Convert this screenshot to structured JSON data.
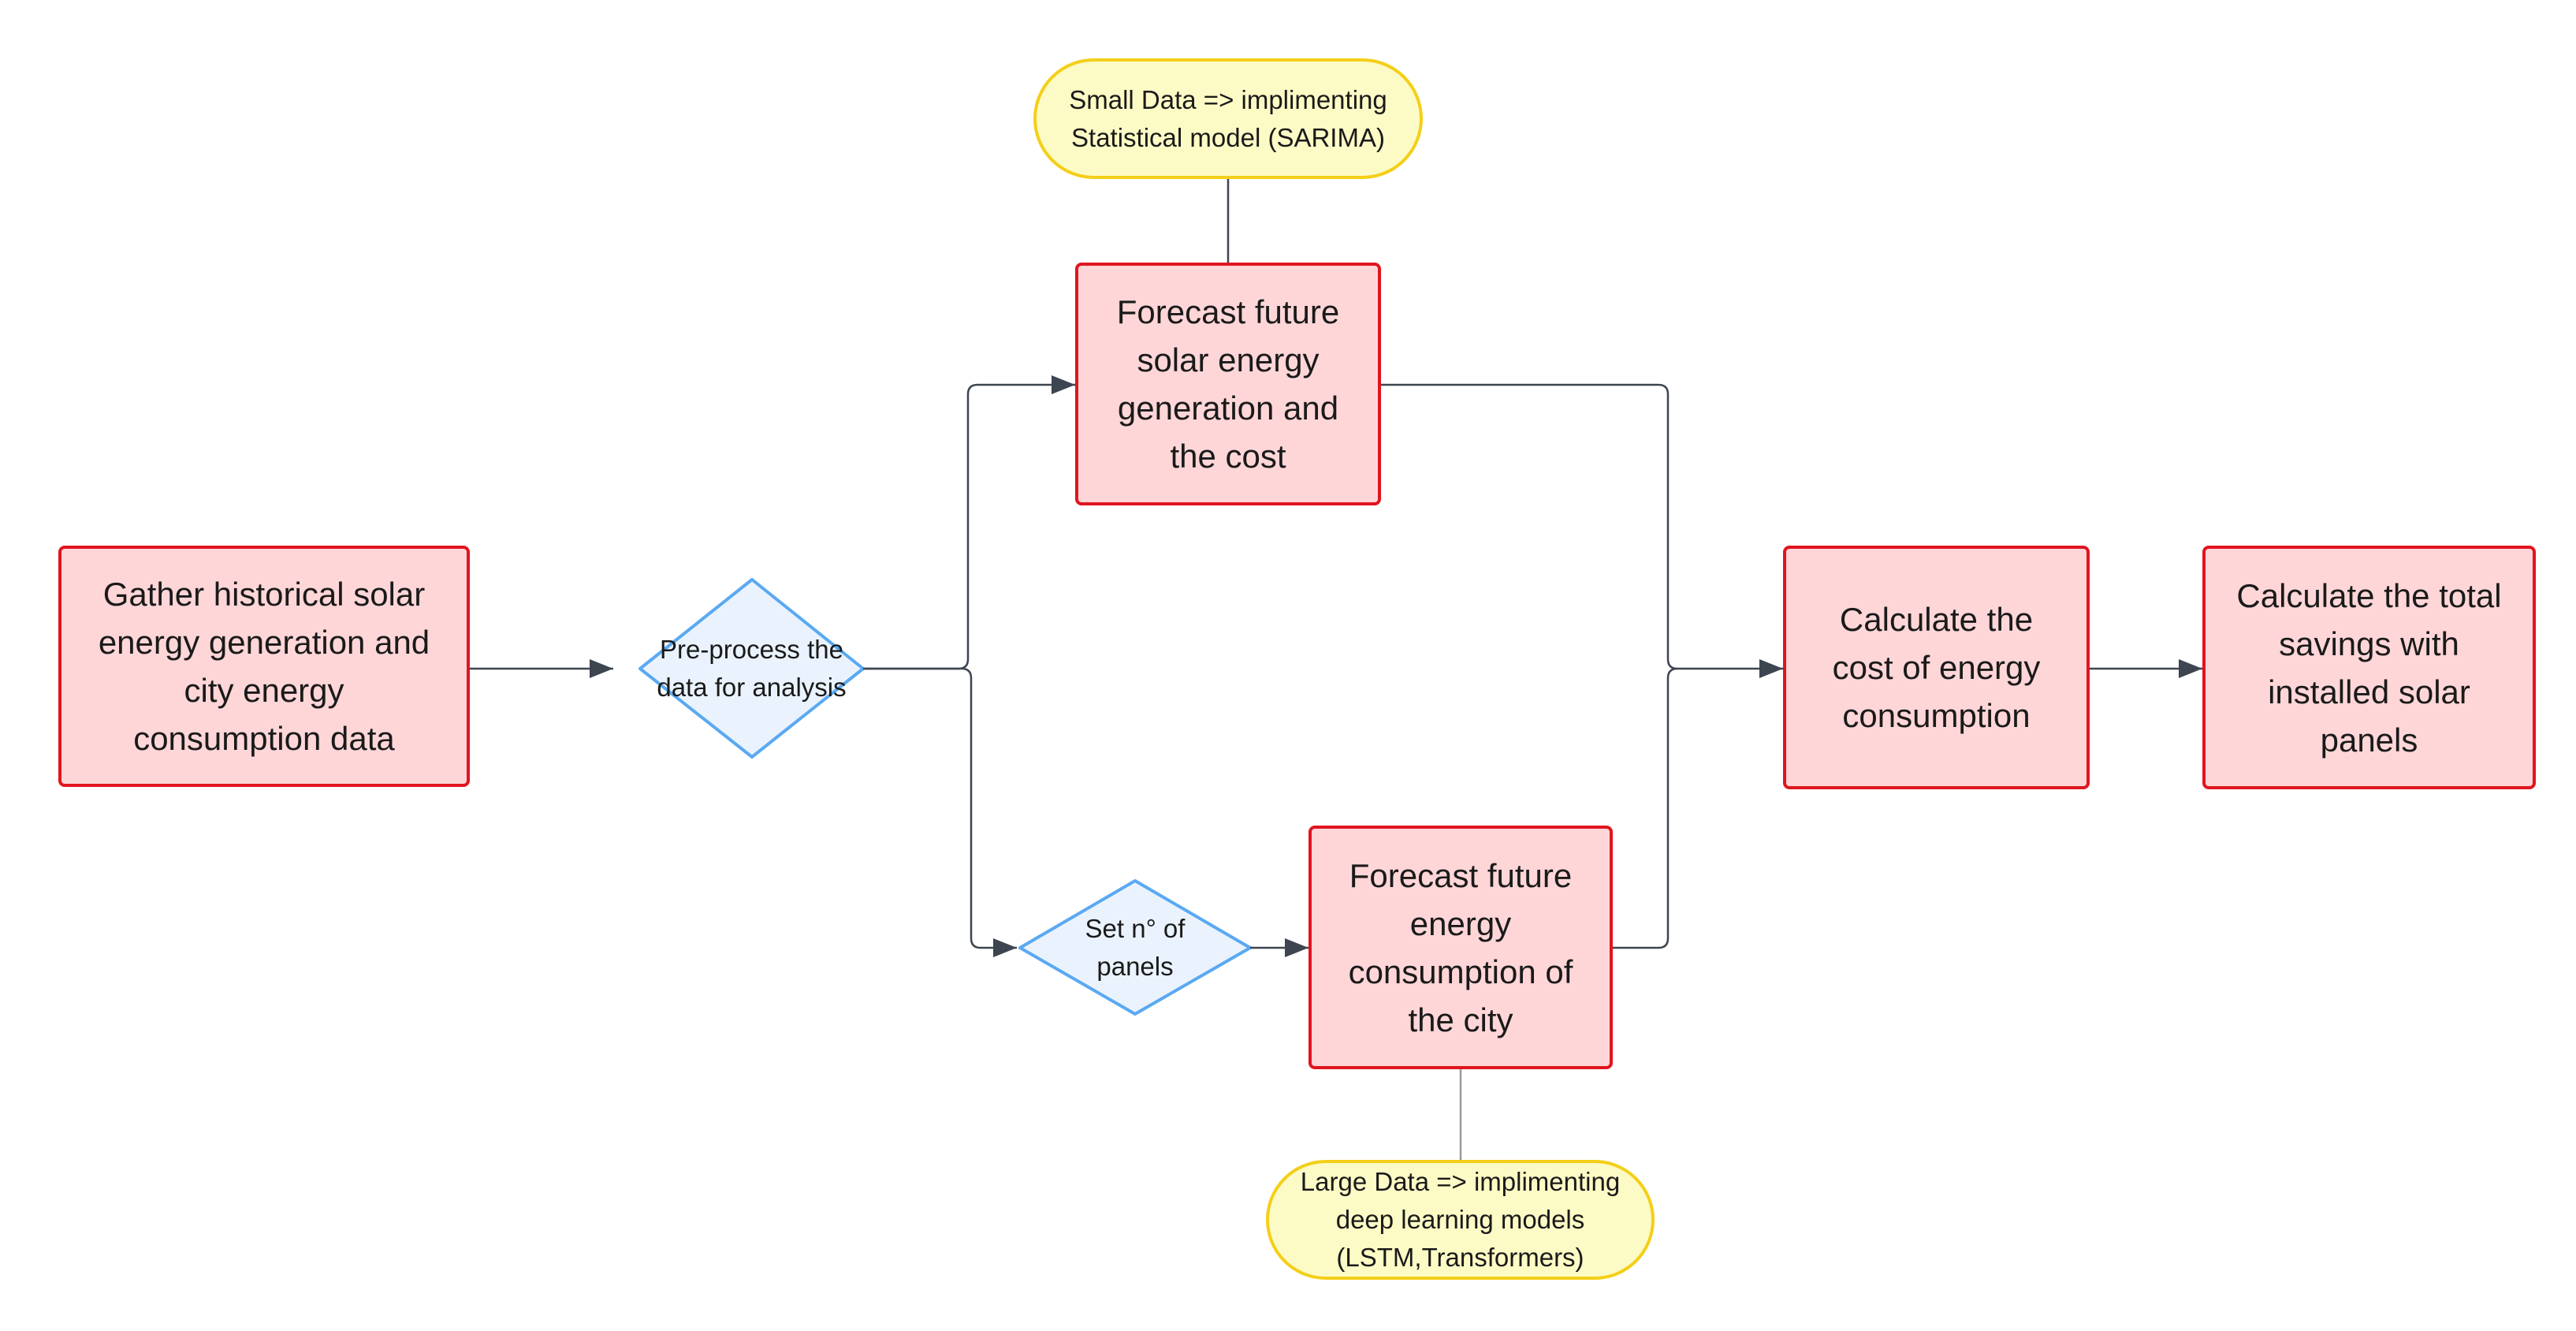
{
  "diagram": {
    "nodes": {
      "gather": "Gather historical solar\nenergy generation and\ncity energy\nconsumption data",
      "preprocess": "Pre-process the\ndata for analysis",
      "forecast_solar": "Forecast future\nsolar energy\ngeneration and\nthe cost",
      "set_panels": "Set n° of\npanels",
      "forecast_consumption": "Forecast future\nenergy\nconsumption of\nthe city",
      "calc_cost": "Calculate the\ncost of energy\nconsumption",
      "calc_savings": "Calculate the total\nsavings with\ninstalled solar\npanels",
      "note_small": "Small Data => implimenting\nStatistical model (SARIMA)",
      "note_large": "Large Data => implimenting\ndeep learning models\n(LSTM,Transformers)"
    },
    "colors": {
      "process_fill": "#ffd6d8",
      "process_border": "#e0151f",
      "decision_fill": "#eaf3fd",
      "decision_border": "#5aa9f2",
      "note_fill": "#fdfbc5",
      "note_border": "#f4cf18",
      "connector": "#3d4550"
    }
  }
}
